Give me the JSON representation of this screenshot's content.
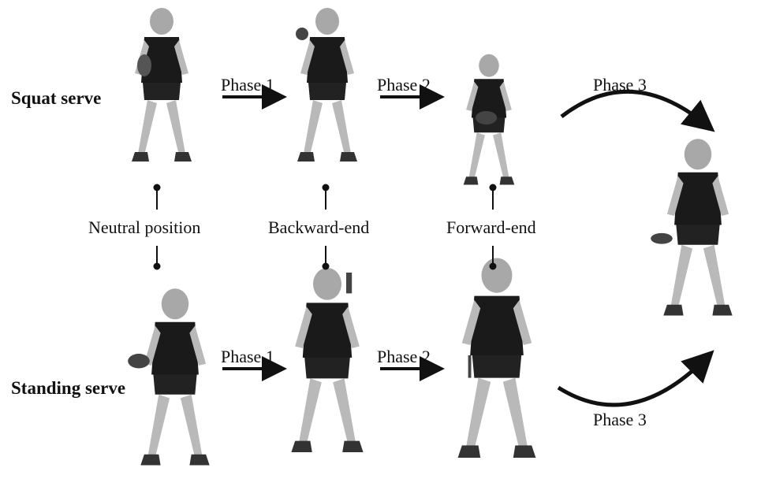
{
  "rows": {
    "top_label": "Squat serve",
    "bottom_label": "Standing serve"
  },
  "phases": {
    "top": [
      "Phase 1",
      "Phase 2",
      "Phase 3"
    ],
    "bottom": [
      "Phase 1",
      "Phase 2",
      "Phase 3"
    ]
  },
  "positions": [
    "Neutral position",
    "Backward-end",
    "Forward-end"
  ],
  "colors": {
    "ink": "#111111",
    "shirt": "#1a1a1a",
    "skin": "#b9b9b9",
    "face": "#a8a8a8"
  }
}
